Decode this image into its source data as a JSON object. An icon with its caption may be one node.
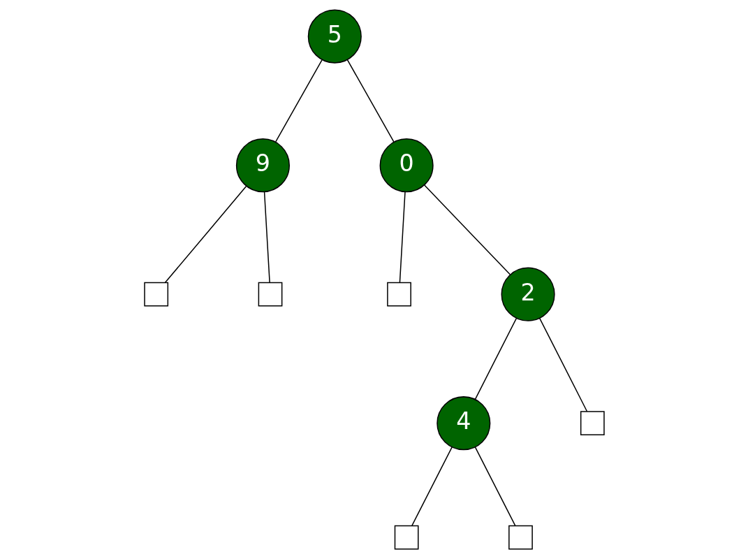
{
  "diagram": {
    "nodes": [
      {
        "text": [
          "5"
        ]
      },
      {
        "text": [
          "9"
        ]
      },
      {
        "text": [
          "0"
        ]
      },
      {
        "text": [],
        "shape": "box"
      },
      {
        "text": [],
        "shape": "box"
      },
      {
        "text": [],
        "shape": "box"
      },
      {
        "text": [
          "2"
        ]
      },
      {
        "text": [
          "4"
        ]
      },
      {
        "text": [],
        "shape": "box"
      },
      {
        "text": [],
        "shape": "box"
      },
      {
        "text": [],
        "shape": "box"
      }
    ],
    "edges": [
      {
        "from": 0,
        "to": 1,
        "arrow": "none"
      },
      {
        "from": 0,
        "to": 2,
        "arrow": "none"
      },
      {
        "from": 1,
        "to": 3,
        "arrow": "none"
      },
      {
        "from": 1,
        "to": 4,
        "arrow": "none"
      },
      {
        "from": 2,
        "to": 5,
        "arrow": "none"
      },
      {
        "from": 2,
        "to": 6,
        "arrow": "none"
      },
      {
        "from": 6,
        "to": 7,
        "arrow": "none"
      },
      {
        "from": 6,
        "to": 8,
        "arrow": "none"
      },
      {
        "from": 7,
        "to": 9,
        "arrow": "none"
      },
      {
        "from": 7,
        "to": 10,
        "arrow": "none"
      }
    ]
  }
}
